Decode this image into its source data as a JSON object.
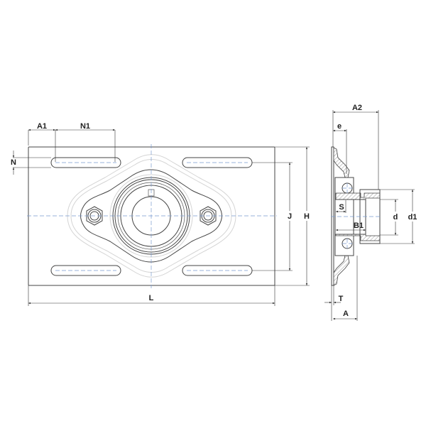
{
  "front_view": {
    "dimensions": {
      "A1": "A1",
      "N1": "N1",
      "N": "N",
      "J": "J",
      "H": "H",
      "L": "L"
    }
  },
  "side_view": {
    "dimensions": {
      "A2": "A2",
      "e": "e",
      "S": "S",
      "B1": "B1",
      "d": "d",
      "d1": "d1",
      "T": "T",
      "A": "A"
    }
  },
  "colors": {
    "line": "#444444",
    "centerline": "#7a9ad0",
    "ghost": "#d4d4d4"
  }
}
